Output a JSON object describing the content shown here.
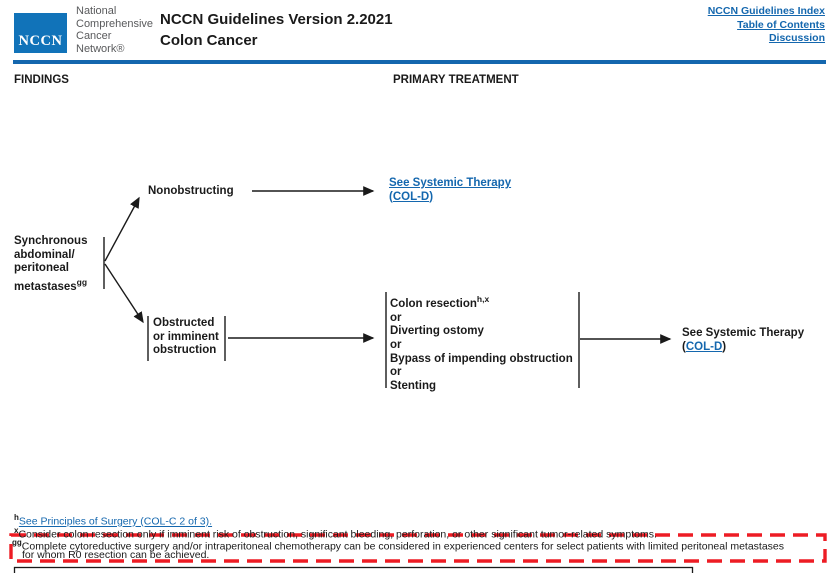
{
  "header": {
    "logo_acronym": "NCCN",
    "org_lines": [
      "National",
      "Comprehensive",
      "Cancer",
      "Network®"
    ],
    "title_line1": "NCCN Guidelines Version 2.2021",
    "title_line2": "Colon Cancer",
    "nav_links": [
      {
        "label": "NCCN Guidelines Index"
      },
      {
        "label": "Table of Contents"
      },
      {
        "label": "Discussion"
      }
    ]
  },
  "column_headers": {
    "left": "FINDINGS",
    "right": "PRIMARY TREATMENT"
  },
  "flowchart": {
    "root": {
      "lines": [
        "Synchronous",
        "abdominal/",
        "peritoneal",
        "metastases"
      ],
      "sup": "gg"
    },
    "top_branch": {
      "label": "Nonobstructing",
      "result_link_line1": "See Systemic Therapy",
      "result_link_line2": "(COL-D)"
    },
    "bottom_branch": {
      "label_lines": [
        "Obstructed",
        "or imminent",
        "obstruction"
      ],
      "options": [
        {
          "text": "Colon resection",
          "sup": "h,x"
        },
        {
          "text": "or"
        },
        {
          "text": "Diverting ostomy"
        },
        {
          "text": "or"
        },
        {
          "text": "Bypass of impending obstruction"
        },
        {
          "text": "or"
        },
        {
          "text": "Stenting"
        }
      ],
      "result_text": "See Systemic Therapy",
      "result_paren_open": "(",
      "result_link": "COL-D",
      "result_paren_close": ")"
    }
  },
  "footnotes": {
    "h": {
      "marker": "h",
      "text": "See Principles of Surgery (COL-C 2 of 3)."
    },
    "x": {
      "marker": "x",
      "text": "Consider colon resection only if imminent risk of obstruction, significant bleeding, perforation, or other significant tumor-related symptoms."
    },
    "gg": {
      "marker": "gg",
      "line1": "Complete cytoreductive surgery and/or intraperitoneal chemotherapy can be considered in experienced centers for select patients with limited peritoneal metastases",
      "line2": "for whom R0 resection can be achieved."
    }
  },
  "colors": {
    "brand_blue": "#1173b9",
    "link_blue": "#1467ae",
    "highlight_red": "#ed1c24",
    "logo_gray": "#595a5c",
    "text_black": "#1a1a1a"
  }
}
